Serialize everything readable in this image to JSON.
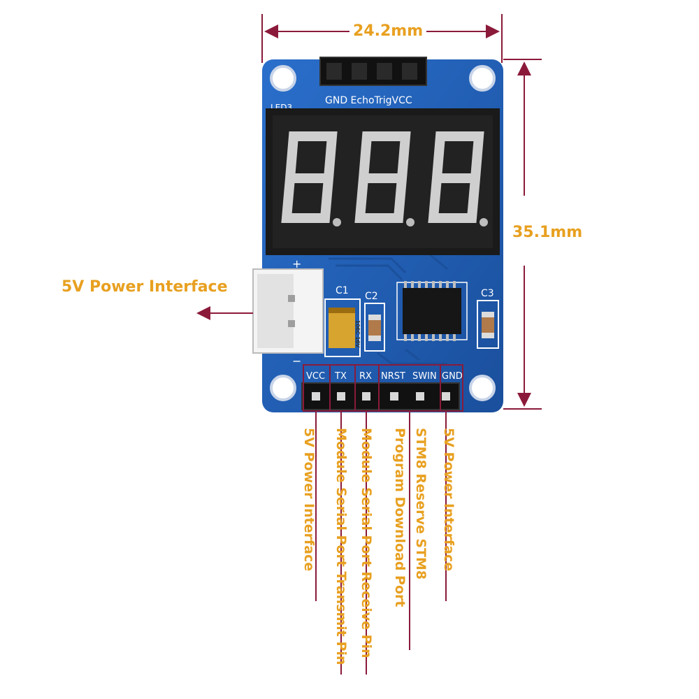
{
  "dimensions": {
    "width_label": "24.2mm",
    "height_label": "35.1mm"
  },
  "top_header": {
    "silkscreen": "GND EchoTrigVCC"
  },
  "display": {
    "digits": "8.8.8.",
    "label": "LED3"
  },
  "components": {
    "c1": "C1",
    "c2": "C2",
    "c3": "C3",
    "cap_marking": "106C 16V",
    "plus": "+",
    "minus": "−"
  },
  "power_connector": {
    "label": "5V Power Interface"
  },
  "bottom_pins": [
    {
      "pin": "VCC",
      "desc": "5V Power Interface"
    },
    {
      "pin": "TX",
      "desc": "Module Serial Port Transmit Pin"
    },
    {
      "pin": "RX",
      "desc": "Module Serial Port Receive Pin"
    },
    {
      "pin": "NRST",
      "desc": "Program Download Port"
    },
    {
      "pin": "SWIN",
      "desc": "STM8  Reserve STM8"
    },
    {
      "pin": "GND",
      "desc": "5V Power Interface"
    }
  ],
  "colors": {
    "pcb": "#1f5fb5",
    "annotation": "#e8a020",
    "dimension_line": "#8b1a3a"
  }
}
